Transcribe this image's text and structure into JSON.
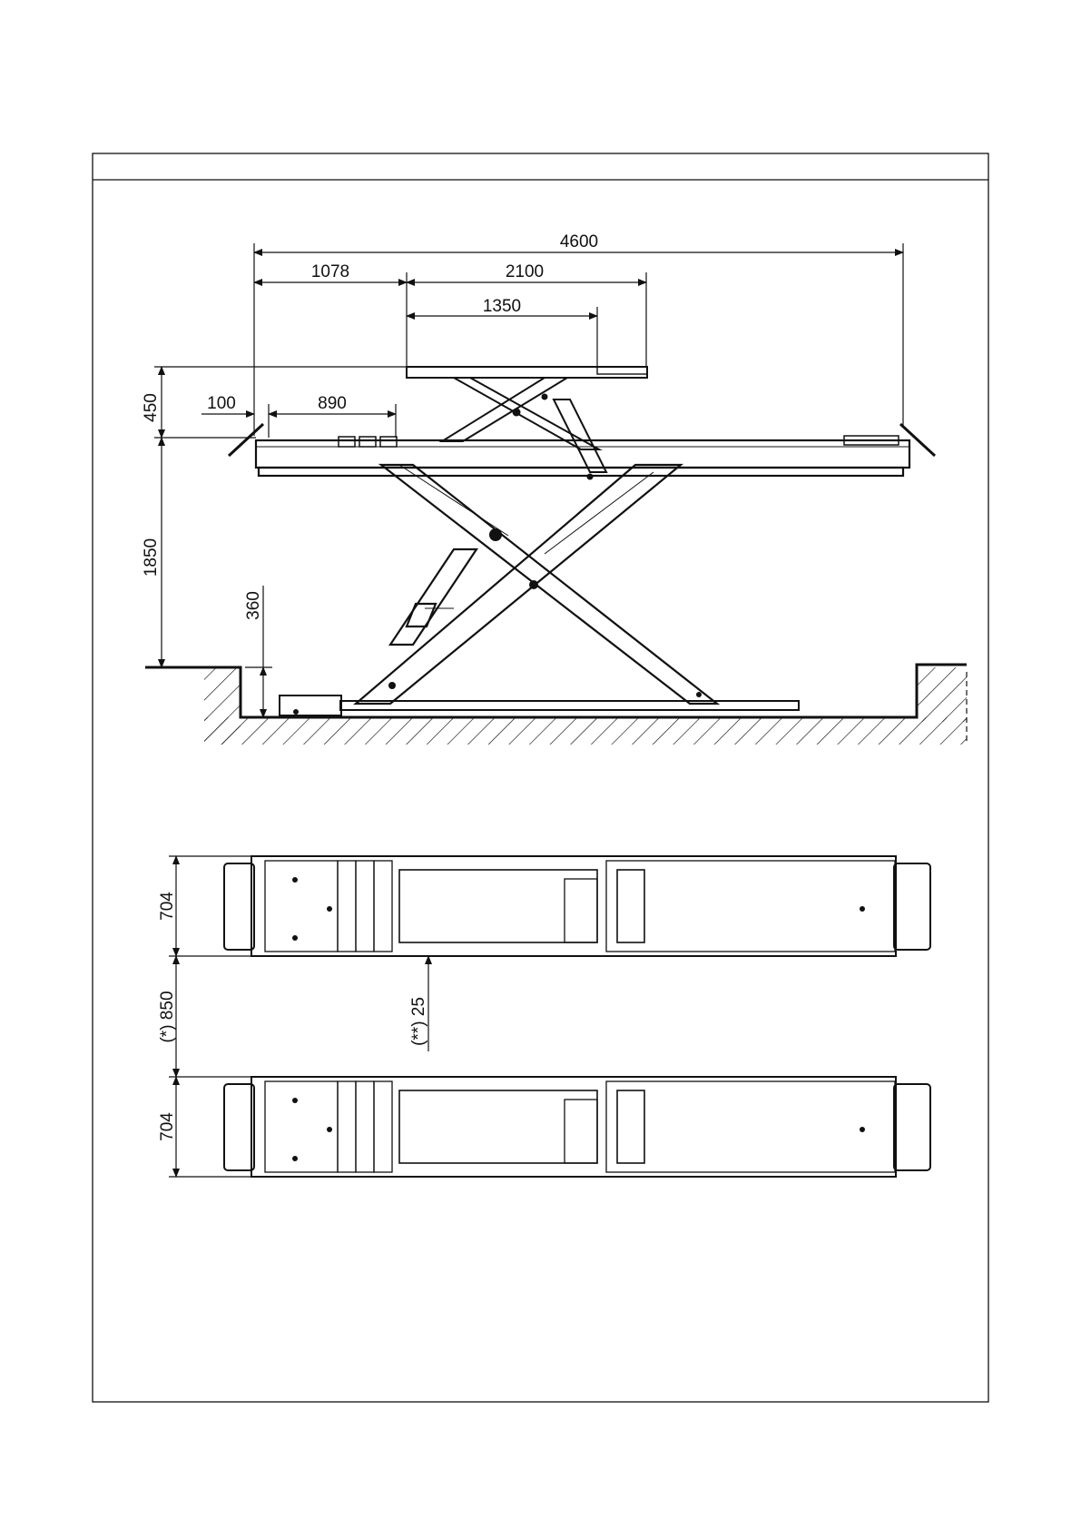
{
  "dimensions": {
    "total_length": "4600",
    "front_offset": "1078",
    "platform_length": "2100",
    "platform_inner": "1350",
    "ramp_gap": "100",
    "ramp_length": "890",
    "aux_lift_height": "450",
    "main_lift_height": "1850",
    "pit_depth": "360",
    "platform_width_top": "704",
    "platform_spacing": "(*) 850",
    "rail_offset": "(**) 25",
    "platform_width_bottom": "704"
  },
  "colors": {
    "line": "#111111",
    "background": "#ffffff"
  }
}
